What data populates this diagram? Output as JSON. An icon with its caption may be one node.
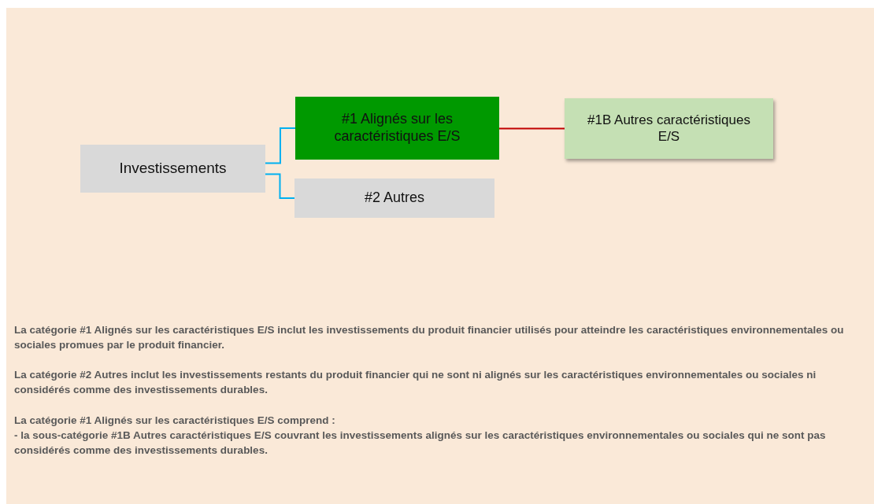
{
  "diagram": {
    "nodes": [
      {
        "text": [
          "Investissements"
        ]
      },
      {
        "text": [
          "#1 Alignés sur les caractéristiques E/S"
        ]
      },
      {
        "text": [
          "#2 Autres"
        ]
      },
      {
        "text": [
          "#1B Autres caractéristiques E/S"
        ]
      }
    ],
    "edges": [
      {
        "from": 0,
        "to": 1,
        "arrow": "none"
      },
      {
        "from": 0,
        "to": 2,
        "arrow": "none"
      },
      {
        "from": 1,
        "to": 3,
        "arrow": "none",
        "color": "#c00000"
      }
    ],
    "labels": [
      "La catégorie #1 Alignés sur les caractéristiques E/S inclut les investissements du produit financier utilisés pour atteindre les caractéristiques environnementales ou sociales promues par le produit financier.",
      "La catégorie #2 Autres inclut les investissements restants du produit financier qui ne sont ni alignés sur les caractéristiques environnementales ou sociales ni considérés comme des investissements durables.",
      "La catégorie #1 Alignés sur les caractéristiques E/S comprend :",
      "- la sous-catégorie #1B Autres caractéristiques E/S couvrant les investissements alignés sur les caractéristiques environnementales ou sociales qui ne sont pas considérés comme des investissements durables."
    ]
  }
}
